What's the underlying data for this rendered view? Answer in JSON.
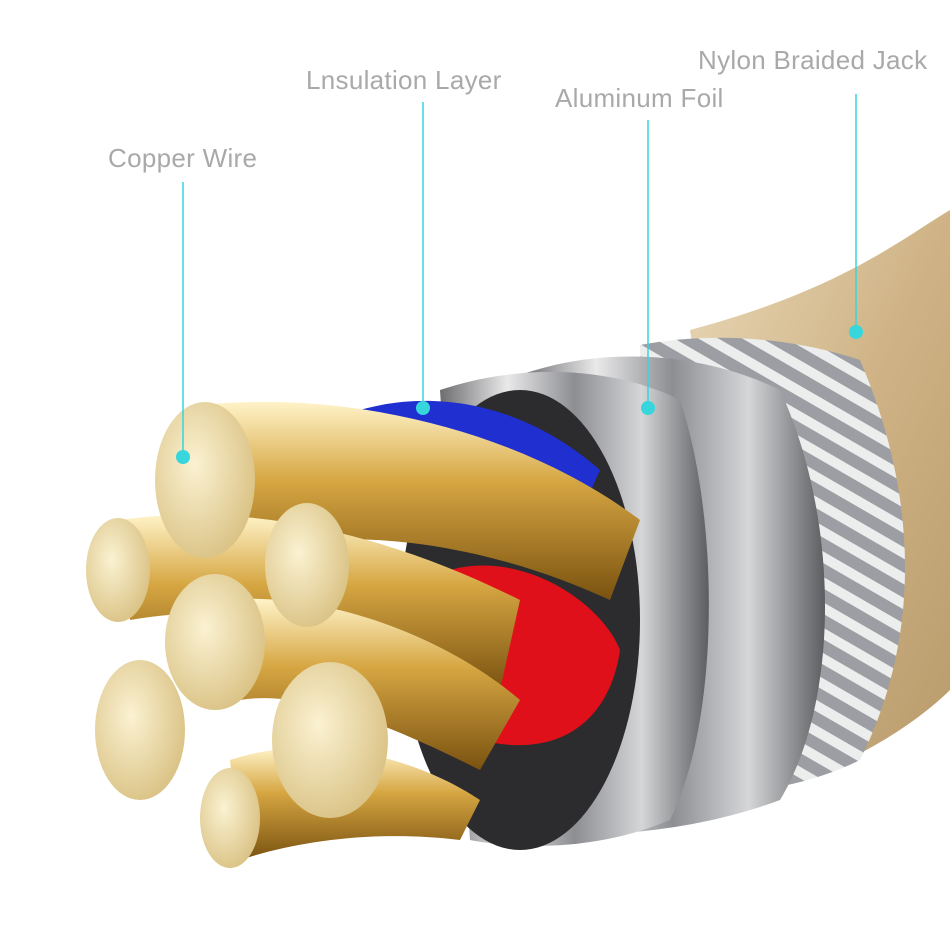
{
  "labels": {
    "copper_wire": "Copper Wire",
    "insulation_layer": "Lnsulation Layer",
    "aluminum_foil": "Aluminum Foil",
    "nylon_jacket": "Nylon Braided Jack"
  },
  "colors": {
    "leader": "#36d6dc",
    "label_text": "#a9a9a9",
    "jacket": "#d9c29a",
    "insulation_blue": "#1f2fd0",
    "insulation_red": "#e0101a",
    "copper": "#e8cf8e"
  }
}
